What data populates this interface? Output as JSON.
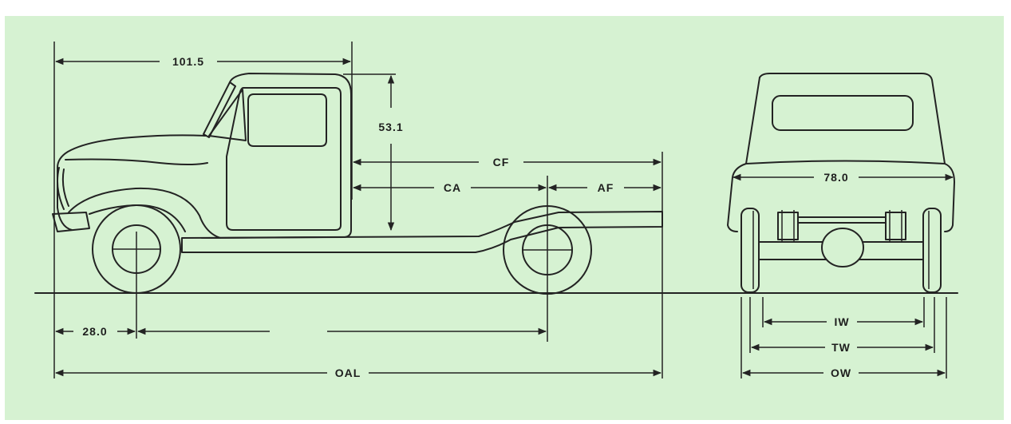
{
  "diagram": {
    "labels": {
      "front_to_cab": "101.5",
      "cab_height": "53.1",
      "cab_to_frame_end": "CF",
      "cab_to_axle": "CA",
      "axle_to_frame_end": "AF",
      "front_overhang": "28.0",
      "overall_length": "OAL",
      "cab_width": "78.0",
      "inside_width": "IW",
      "tread_width": "TW",
      "overall_width": "OW"
    },
    "colors": {
      "paper": "#d6f2d2",
      "ink": "#232323"
    }
  }
}
